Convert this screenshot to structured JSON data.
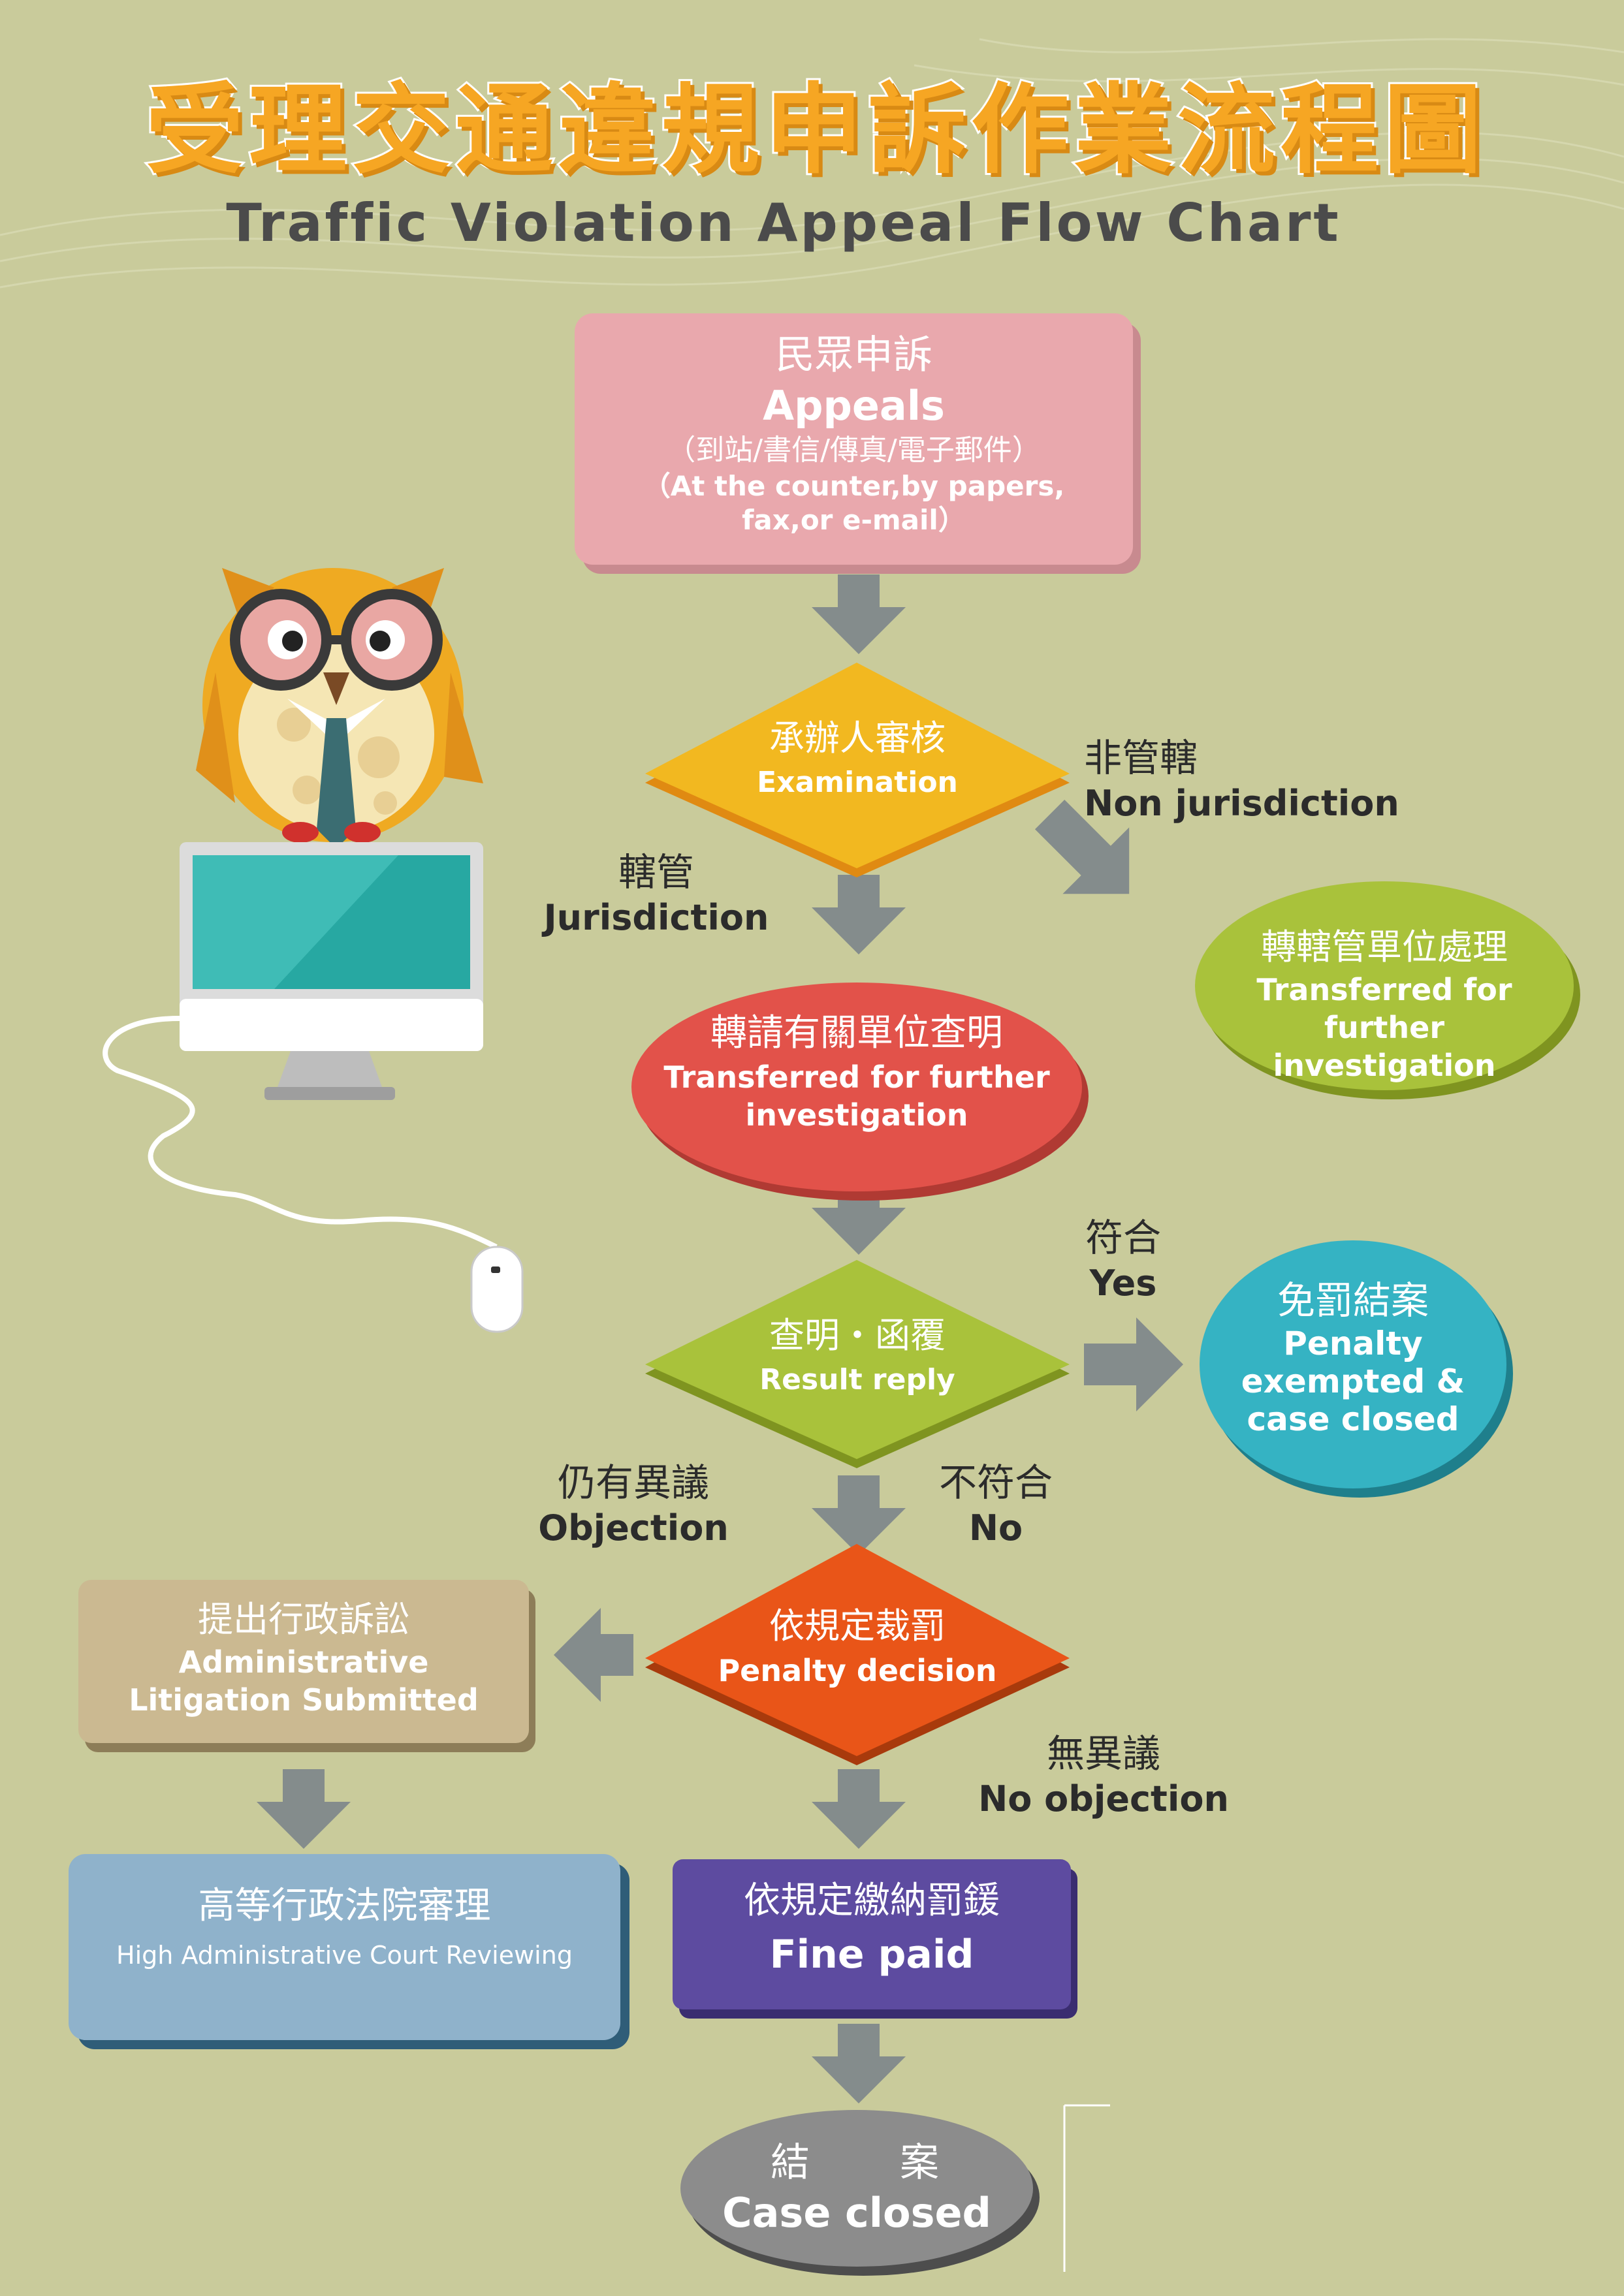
{
  "title": {
    "zh": "受理交通違規申訴作業流程圖",
    "en": "Traffic Violation Appeal Flow Chart"
  },
  "nodes": {
    "appeals": {
      "zh": "民眾申訴",
      "en": "Appeals",
      "sub_zh": "（到站/書信/傳真/電子郵件）",
      "sub_en_1": "（At the counter,by papers,",
      "sub_en_2": "fax,or e-mail）"
    },
    "examination": {
      "zh": "承辦人審核",
      "en": "Examination"
    },
    "transfer_right": {
      "zh": "轉轄管單位處理",
      "en_1": "Transferred for further",
      "en_2": "investigation"
    },
    "transfer_main": {
      "zh": "轉請有關單位查明",
      "en_1": "Transferred for further",
      "en_2": "investigation"
    },
    "result_reply": {
      "zh": "查明・函覆",
      "en": "Result reply"
    },
    "penalty_exempted": {
      "zh": "免罰結案",
      "en_1": "Penalty",
      "en_2": "exempted &",
      "en_3": "case closed"
    },
    "penalty_decision": {
      "zh": "依規定裁罰",
      "en": "Penalty decision"
    },
    "admin_litigation": {
      "zh": "提出行政訴訟",
      "en_1": "Administrative",
      "en_2": "Litigation Submitted"
    },
    "high_court": {
      "zh": "高等行政法院審理",
      "en": "High Administrative Court Reviewing"
    },
    "fine_paid": {
      "zh": "依規定繳納罰鍰",
      "en": "Fine paid"
    },
    "case_closed": {
      "zh": "結　　案",
      "en": "Case closed"
    }
  },
  "edges": {
    "non_jurisdiction": {
      "zh": "非管轄",
      "en": "Non jurisdiction"
    },
    "jurisdiction": {
      "zh": "轄管",
      "en": "Jurisdiction"
    },
    "yes": {
      "zh": "符合",
      "en": "Yes"
    },
    "no": {
      "zh": "不符合",
      "en": "No"
    },
    "objection": {
      "zh": "仍有異議",
      "en": "Objection"
    },
    "no_objection": {
      "zh": "無異議",
      "en": "No objection"
    }
  },
  "colors": {
    "background": "#c9cb9b",
    "title_fill": "#f6a623",
    "appeals": "#e9a8ad",
    "examination": "#f2b820",
    "transfer_right": "#a9c23b",
    "transfer_main": "#e2524a",
    "result_reply": "#a9c23b",
    "penalty_exempted": "#35b3c3",
    "penalty_decision": "#e95518",
    "admin_litigation": "#cbb991",
    "high_court": "#8fb2cb",
    "fine_paid": "#5d4ba0",
    "case_closed": "#8c8c8c",
    "arrow": "#848c8c"
  },
  "icons": [
    "owl-mascot-icon",
    "computer-monitor-icon",
    "mouse-icon"
  ]
}
